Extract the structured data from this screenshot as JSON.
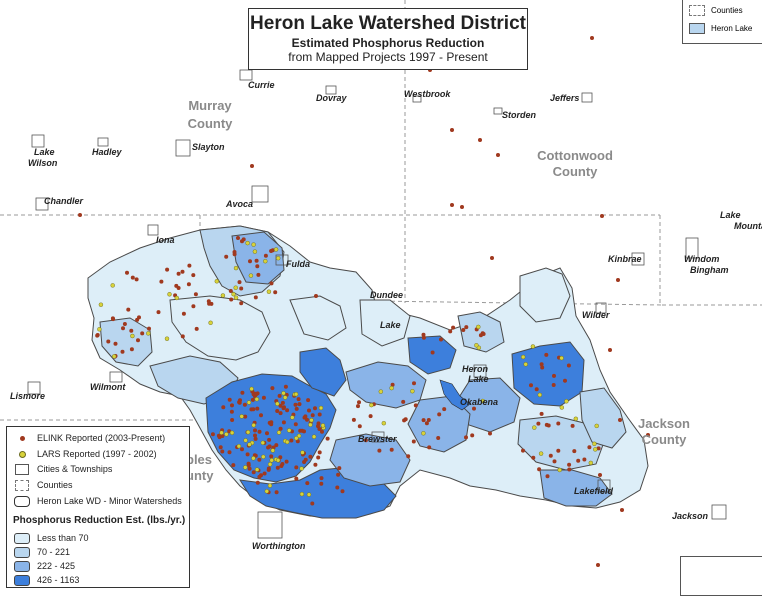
{
  "title": {
    "main": "Heron Lake Watershed District",
    "sub1": "Estimated Phosphorus Reduction",
    "sub2": "from Mapped Projects 1997 - Present"
  },
  "counties": [
    {
      "name": "Murray",
      "line2": "County"
    },
    {
      "name": "Cottonwood",
      "line2": "County"
    },
    {
      "name": "Jackson",
      "line2": "County"
    },
    {
      "name": "bles",
      "line2": "unty"
    }
  ],
  "places": [
    "Currie",
    "Dovray",
    "Westbrook",
    "Jeffers",
    "Storden",
    "Lake",
    "Wilson",
    "Hadley",
    "Slayton",
    "Chandler",
    "Avoca",
    "Iona",
    "Fulda",
    "Dundee",
    "Kinbrae",
    "Windom",
    "Bingham",
    "Lake",
    "Mountain",
    "Lake",
    "Wilder",
    "Wilmont",
    "Lismore",
    "Heron",
    "Lake",
    "Okabena",
    "Brewster",
    "Lakefield",
    "Jackson",
    "Worthington"
  ],
  "legend": {
    "items": [
      {
        "label": "ELINK Reported (2003-Present)",
        "color": "#a0391f",
        "kind": "dot"
      },
      {
        "label": "LARS Reported (1997 - 2002)",
        "color": "#d8d23a",
        "kind": "dot"
      },
      {
        "label": "Cities & Townships",
        "kind": "outline"
      },
      {
        "label": "Counties",
        "kind": "dashed"
      },
      {
        "label": "Heron Lake WD - Minor Watersheds",
        "kind": "watershed"
      }
    ],
    "class_heading": "Phosphorus Reduction Est. (lbs./yr.)",
    "classes": [
      {
        "label": "Less than 70",
        "color": "#ddeef8"
      },
      {
        "label": "70 - 221",
        "color": "#b9d6ef"
      },
      {
        "label": "222 - 425",
        "color": "#8ab4e8"
      },
      {
        "label": "426 - 1163",
        "color": "#3d7fdc"
      }
    ]
  },
  "mini_legend": {
    "items": [
      {
        "label": "Counties"
      },
      {
        "label": "Heron Lake"
      }
    ]
  }
}
